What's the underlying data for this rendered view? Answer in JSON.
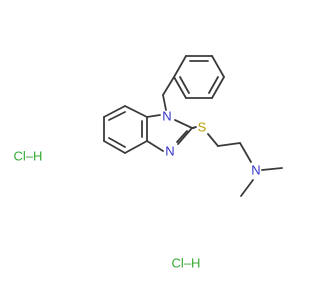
{
  "molecule": {
    "atoms": {
      "n1": "N",
      "n3": "N",
      "s": "S",
      "n_amine": "N",
      "hcl_1": "Cl–H",
      "hcl_2": "Cl–H"
    }
  },
  "colors": {
    "bond": "#3a3a3a",
    "nitrogen": "#3333cc",
    "sulfur": "#b8a000",
    "chlorine": "#33aa33",
    "background": "#ffffff"
  }
}
